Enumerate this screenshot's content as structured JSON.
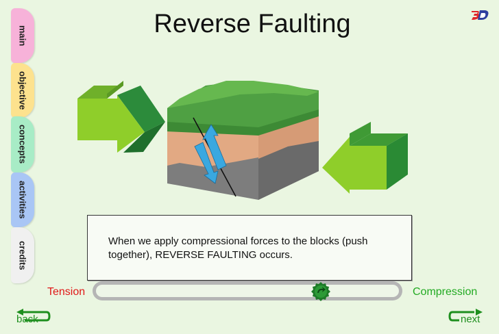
{
  "title": "Reverse Faulting",
  "sidebar": {
    "tabs": [
      {
        "id": "main",
        "label": "main",
        "color": "#f7b2d9"
      },
      {
        "id": "objective",
        "label": "objective",
        "color": "#fde28e"
      },
      {
        "id": "concepts",
        "label": "concepts",
        "color": "#a8ecc6"
      },
      {
        "id": "activities",
        "label": "activities",
        "color": "#a9c6f5"
      },
      {
        "id": "credits",
        "label": "credits",
        "color": "#f0f0f0"
      }
    ]
  },
  "description": "When we apply compressional forces to the blocks (push together), REVERSE FAULTING occurs.",
  "slider": {
    "left_label": "Tension",
    "right_label": "Compression",
    "value": 0.72
  },
  "nav": {
    "back_label": "back",
    "next_label": "next"
  },
  "colors": {
    "tension": "#e01818",
    "compression": "#22aa22",
    "arrow_green": "#8fce2a",
    "grass": "#4fa043",
    "soil": "#e2a983",
    "rock": "#7d7d7d",
    "fault_arrows": "#3aa8e0"
  },
  "icons": {
    "logo": "3d-logo-icon",
    "back": "back-arrow-icon",
    "next": "next-arrow-icon",
    "knob": "gear-knob-icon"
  }
}
